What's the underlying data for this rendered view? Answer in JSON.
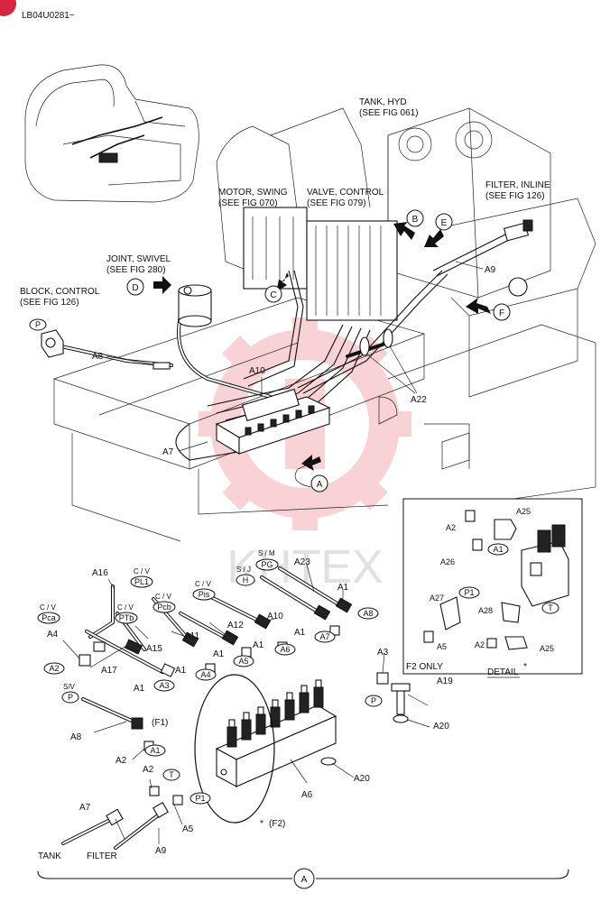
{
  "document_id": "LB04U0281~",
  "watermark": "KHTEX",
  "refs": {
    "tank_hyd": [
      "TANK, HYD",
      "(SEE FIG 061)"
    ],
    "motor_swing": [
      "MOTOR, SWING",
      "(SEE FIG 070)"
    ],
    "valve_control": [
      "VALVE, CONTROL",
      "(SEE FIG 079)"
    ],
    "filter_inline": [
      "FILTER, INLINE",
      "(SEE FIG 126)"
    ],
    "joint_swivel": [
      "JOINT, SWIVEL",
      "(SEE FIG 280)"
    ],
    "block_control": [
      "BLOCK, CONTROL",
      "(SEE FIG 126)"
    ]
  },
  "view_markers": {
    "A": "A",
    "B": "B",
    "C": "C",
    "D": "D",
    "E": "E",
    "F": "F"
  },
  "upper_parts": {
    "a8": "A8",
    "a7": "A7",
    "a9": "A9",
    "a10": "A10",
    "a22": "A22",
    "p": "P"
  },
  "detail": {
    "a2": "A2",
    "a25_top": "A25",
    "a1": "A1",
    "a26": "A26",
    "p1": "P1",
    "a27": "A27",
    "a28": "A28",
    "t": "T",
    "a5": "A5",
    "a2_bottom": "A2",
    "a25_bottom": "A25",
    "f2_only": "F2 ONLY",
    "detail_label": "DETAIL",
    "star": "*"
  },
  "lower": {
    "cv_pl1": "C / V",
    "pl1": "PL1",
    "a16": "A16",
    "cv_ptb": "C / V",
    "ptb": "PTb",
    "cv_pcb": "C / V",
    "pcb": "Pcb",
    "cv_pis": "C / V",
    "pis": "Pis",
    "sm": "S / M",
    "pg": "PG",
    "sj": "S / J",
    "h": "H",
    "a23": "A23",
    "a1_r1": "A1",
    "a8_pill": "A8",
    "cv_pca": "C / V",
    "pca": "Pca",
    "a4_left": "A4",
    "a2_left_pill": "A2",
    "a15": "A15",
    "a17": "A17",
    "a11": "A11",
    "a12": "A12",
    "a10": "A10",
    "a1_m1": "A1",
    "a1_m2": "A1",
    "a1_m3": "A1",
    "a1_m4": "A1",
    "a3_pill": "A3",
    "a4_pill": "A4",
    "a5_pill": "A5",
    "a6_pill": "A6",
    "a7_pill": "A7",
    "sv": "S/V",
    "p_left": "P",
    "a8": "A8",
    "f1": "(F1)",
    "a1_pill": "A1",
    "a2_mid": "A2",
    "a2_low": "A2",
    "t_pill": "T",
    "p1_pill": "P1",
    "a5": "A5",
    "a9": "A9",
    "a7": "A7",
    "f2": "(F2)",
    "a6": "A6",
    "a3": "A3",
    "a19": "A19",
    "p_pill": "P",
    "a20_top": "A20",
    "a20_bottom": "A20",
    "tank": "TANK",
    "filter": "FILTER",
    "bottom_marker": "A"
  }
}
